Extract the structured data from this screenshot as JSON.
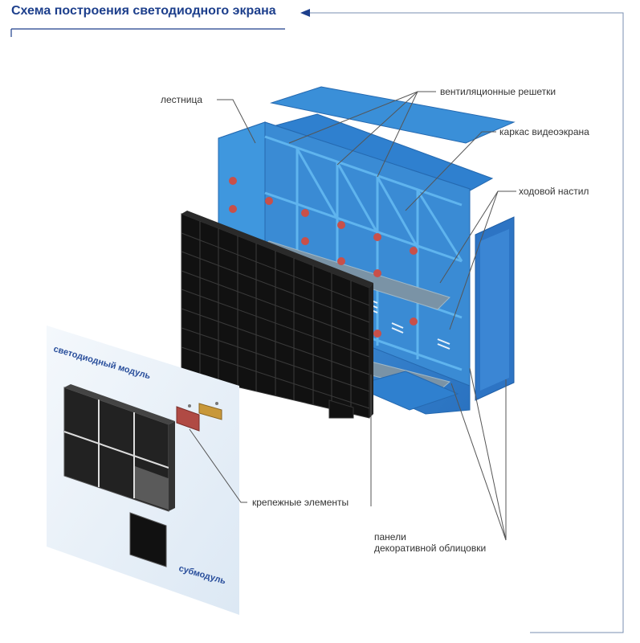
{
  "title": "Схема построения светодиодного экрана",
  "labels": {
    "ladder": "лестница",
    "ventilation": "вентиляционные решетки",
    "frame": "каркас видеоэкрана",
    "walkway": "ходовой настил",
    "fasteners": "крепежные элементы",
    "panels_line1": "панели",
    "panels_line2": "декоративной облицовки",
    "led_module": "светодиодный модуль",
    "submodule": "субмодуль"
  },
  "colors": {
    "title": "#1d3f8c",
    "frame_blue": "#3a8fd8",
    "panel_blue": "#2d74c4",
    "screen": "#111111",
    "fastener": "#c8504a"
  }
}
